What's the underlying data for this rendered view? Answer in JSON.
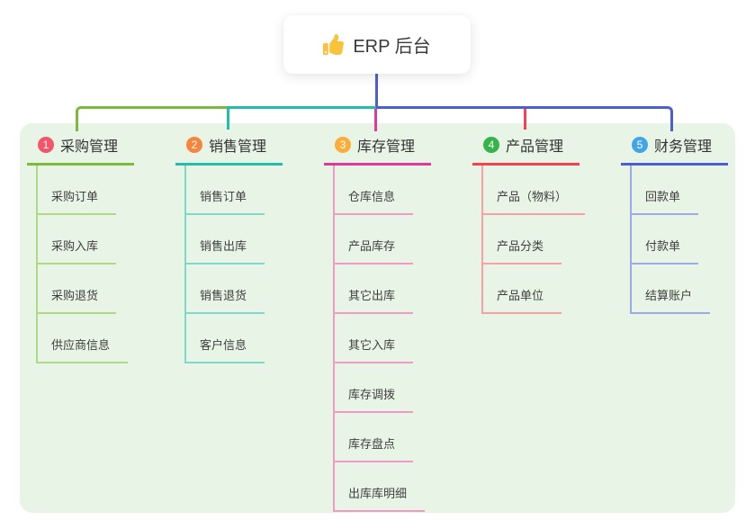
{
  "root": {
    "title": "ERP 后台",
    "icon": "thumbs-up-icon",
    "icon_color": "#F8C33A"
  },
  "colors": {
    "connector": "#4C5FD2",
    "panel_bg": "#E8F4E5"
  },
  "branches": [
    {
      "num": "1",
      "label": "采购管理",
      "color_main": "#7CBA3D",
      "color_light": "#AFDA85",
      "badge_color": "#F3566A",
      "items": [
        "采购订单",
        "采购入库",
        "采购退货",
        "供应商信息"
      ]
    },
    {
      "num": "2",
      "label": "销售管理",
      "color_main": "#23BCAD",
      "color_light": "#7FD8CC",
      "badge_color": "#F8853E",
      "items": [
        "销售订单",
        "销售出库",
        "销售退货",
        "客户信息"
      ]
    },
    {
      "num": "3",
      "label": "库存管理",
      "color_main": "#E0399B",
      "color_light": "#F29AC6",
      "badge_color": "#FBAD3C",
      "items": [
        "仓库信息",
        "产品库存",
        "其它出库",
        "其它入库",
        "库存调拨",
        "库存盘点",
        "出库库明细"
      ]
    },
    {
      "num": "4",
      "label": "产品管理",
      "color_main": "#F4434F",
      "color_light": "#F9A0A0",
      "badge_color": "#35B44A",
      "items": [
        "产品（物料）",
        "产品分类",
        "产品单位"
      ]
    },
    {
      "num": "5",
      "label": "财务管理",
      "color_main": "#4C5FD2",
      "color_light": "#9BABE8",
      "badge_color": "#42A5E5",
      "items": [
        "回款单",
        "付款单",
        "结算账户"
      ]
    }
  ]
}
